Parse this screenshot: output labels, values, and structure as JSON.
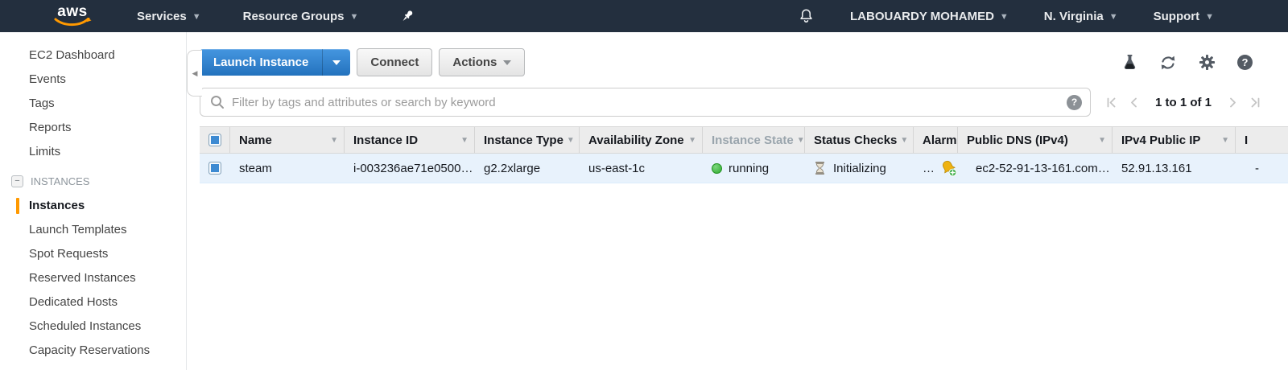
{
  "topnav": {
    "logo_text": "aws",
    "services_label": "Services",
    "resource_groups_label": "Resource Groups",
    "user_label": "LABOUARDY MOHAMED",
    "region_label": "N. Virginia",
    "support_label": "Support"
  },
  "sidebar": {
    "items": [
      "EC2 Dashboard",
      "Events",
      "Tags",
      "Reports",
      "Limits"
    ],
    "section_label": "INSTANCES",
    "section_items": [
      "Instances",
      "Launch Templates",
      "Spot Requests",
      "Reserved Instances",
      "Dedicated Hosts",
      "Scheduled Instances",
      "Capacity Reservations"
    ],
    "selected_item": "Instances"
  },
  "toolbar": {
    "launch_label": "Launch Instance",
    "connect_label": "Connect",
    "actions_label": "Actions"
  },
  "filter": {
    "placeholder": "Filter by tags and attributes or search by keyword",
    "pagination_text": "1 to 1 of 1"
  },
  "table": {
    "columns": [
      {
        "label": ""
      },
      {
        "label": "Name"
      },
      {
        "label": "Instance ID"
      },
      {
        "label": "Instance Type"
      },
      {
        "label": "Availability Zone"
      },
      {
        "label": "Instance State"
      },
      {
        "label": "Status Checks"
      },
      {
        "label": "Alarm"
      },
      {
        "label": "Public DNS (IPv4)"
      },
      {
        "label": "IPv4 Public IP"
      },
      {
        "label": "I"
      }
    ],
    "row": {
      "name": "steam",
      "instance_id": "i-003236ae71e0500…",
      "instance_type": "g2.2xlarge",
      "availability_zone": "us-east-1c",
      "instance_state": "running",
      "status_checks": "Initializing",
      "alarm": "…",
      "public_dns": "ec2-52-91-13-161.com…",
      "ipv4_ip": "52.91.13.161",
      "ipv6": "-"
    }
  },
  "colors": {
    "nav_bg": "#232f3e",
    "accent_orange": "#ff9900",
    "primary_button_blue": "#2e7ac6",
    "selected_row_bg": "#e8f2fc",
    "running_green": "#2eaa2e"
  }
}
